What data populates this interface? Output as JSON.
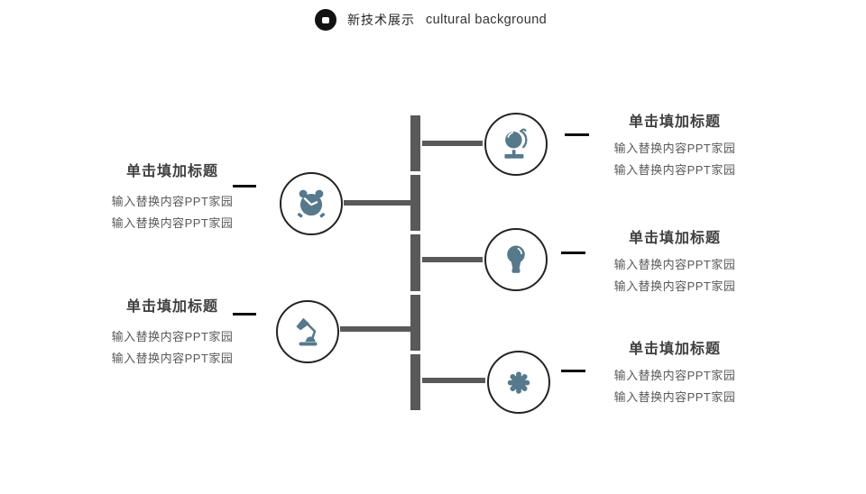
{
  "slide": {
    "header": {
      "icon": "record-dot-icon",
      "title_cn": "新技术展示",
      "title_en": "cultural background"
    },
    "colors": {
      "accent": "#56798C",
      "connector": "#595959",
      "circle_border": "#232323",
      "title_text": "#3F3F3F",
      "body_text": "#595959",
      "dash": "#0F0F0F",
      "background": "#FFFFFF"
    },
    "left_items": [
      {
        "icon": "alarm-clock-icon",
        "title": "单击填加标题",
        "lines": [
          "输入替换内容PPT家园",
          "输入替换内容PPT家园"
        ]
      },
      {
        "icon": "desk-lamp-icon",
        "title": "单击填加标题",
        "lines": [
          "输入替换内容PPT家园",
          "输入替换内容PPT家园"
        ]
      }
    ],
    "right_items": [
      {
        "icon": "globe-icon",
        "title": "单击填加标题",
        "lines": [
          "输入替换内容PPT家园",
          "输入替换内容PPT家园"
        ]
      },
      {
        "icon": "light-bulb-icon",
        "title": "单击填加标题",
        "lines": [
          "输入替换内容PPT家园",
          "输入替换内容PPT家园"
        ]
      },
      {
        "icon": "gear-icon",
        "title": "单击填加标题",
        "lines": [
          "输入替换内容PPT家园",
          "输入替换内容PPT家园"
        ]
      }
    ]
  }
}
